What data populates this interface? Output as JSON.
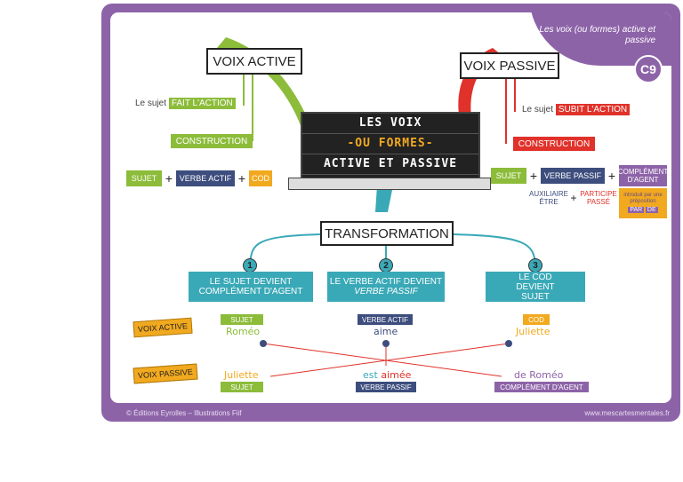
{
  "corner_title": "Les voix (ou formes) active et passive",
  "badge": "C9",
  "board": {
    "line1": "LES VOIX",
    "line2": "-OU FORMES-",
    "line3": "ACTIVE ET PASSIVE"
  },
  "active": {
    "title": "VOIX ACTIVE",
    "sujet_prefix": "Le sujet",
    "sujet_action": "FAIT L'ACTION",
    "construction": "CONSTRUCTION",
    "formula": {
      "sujet": "SUJET",
      "verbe": "VERBE ACTIF",
      "cod": "COD",
      "plus": "+"
    }
  },
  "passive": {
    "title": "VOIX PASSIVE",
    "sujet_prefix": "Le sujet",
    "sujet_action": "SUBIT L'ACTION",
    "construction": "CONSTRUCTION",
    "formula": {
      "sujet": "SUJET",
      "verbe": "VERBE PASSIF",
      "complement": "COMPLÉMENT D'AGENT",
      "plus": "+"
    },
    "auxiliaire": "AUXILIAIRE ÊTRE",
    "participe": "PARTICIPE PASSÉ",
    "introduit": "introduit par une préposition",
    "par": "PAR",
    "de": "DE"
  },
  "transformation": {
    "title": "TRANSFORMATION",
    "steps": [
      {
        "num": "1",
        "text": "LE SUJET DEVIENT COMPLÉMENT D'AGENT"
      },
      {
        "num": "2",
        "text": "LE VERBE ACTIF DEVIENT",
        "italic": "VERBE PASSIF"
      },
      {
        "num": "3",
        "text": "LE COD DEVIENT SUJET"
      }
    ]
  },
  "example": {
    "voix_active": "VOIX ACTIVE",
    "voix_passive": "VOIX PASSIVE",
    "active": [
      {
        "tag": "SUJET",
        "word": "Roméo"
      },
      {
        "tag": "VERBE ACTIF",
        "word": "aime"
      },
      {
        "tag": "COD",
        "word": "Juliette"
      }
    ],
    "passive": [
      {
        "tag": "SUJET",
        "word": "Juliette"
      },
      {
        "tag": "VERBE PASSIF",
        "word_a": "est",
        "word_b": "aimée"
      },
      {
        "tag": "COMPLÉMENT D'AGENT",
        "word": "de Roméo"
      }
    ]
  },
  "footer": {
    "left": "© Éditions Eyrolles – Illustrations Fiif",
    "right": "www.mescartesmentales.fr"
  },
  "colors": {
    "purple": "#8d63a8",
    "green": "#8cbc3a",
    "red": "#e0322a",
    "teal": "#3aa9b7",
    "navy": "#3d4d7d",
    "gold": "#f1a91f"
  }
}
